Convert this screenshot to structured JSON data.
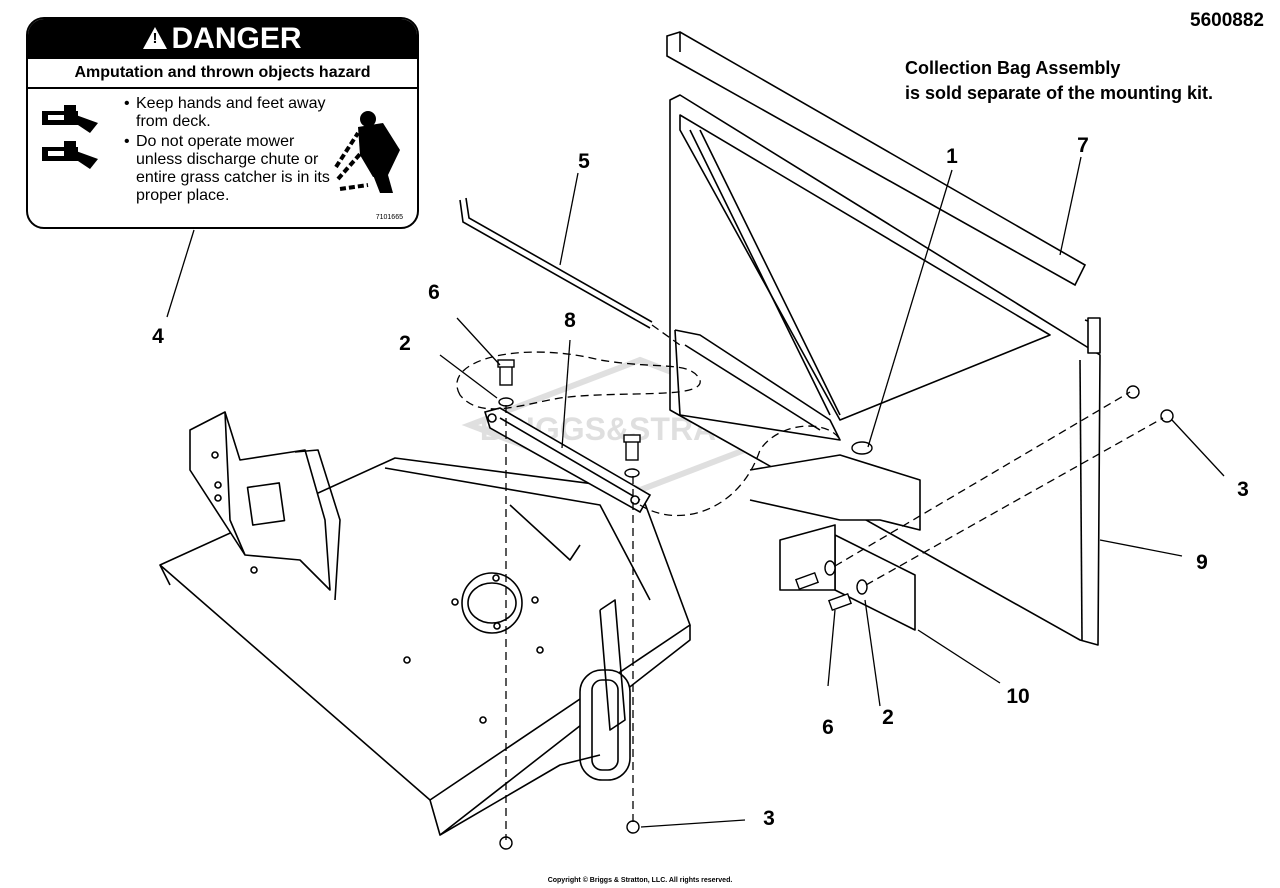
{
  "diagram_number": "5600882",
  "note": {
    "line1": "Collection Bag Assembly",
    "line2": "is sold separate of the mounting kit."
  },
  "decal": {
    "heading": "DANGER",
    "subheading": "Amputation and thrown objects hazard",
    "bullets": [
      "Keep hands and feet away from deck.",
      "Do not operate mower unless discharge chute or entire grass catcher is in its proper place."
    ],
    "code": "7101665",
    "icons": [
      "hand-foot-cut-icon",
      "thrown-objects-person-icon"
    ]
  },
  "watermark": "BRIGGS&STRATTON",
  "callouts": {
    "c1": "1",
    "c2a": "2",
    "c2b": "2",
    "c3a": "3",
    "c3b": "3",
    "c4": "4",
    "c5": "5",
    "c6a": "6",
    "c6b": "6",
    "c7": "7",
    "c8": "8",
    "c9": "9",
    "c10": "10"
  },
  "copyright": "Copyright © Briggs & Stratton, LLC. All rights reserved."
}
